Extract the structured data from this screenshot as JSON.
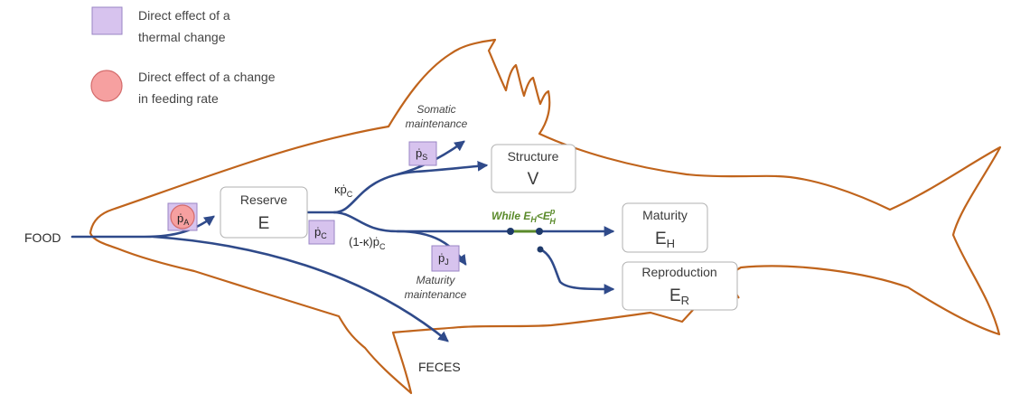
{
  "colors": {
    "fish_outline": "#c0641c",
    "arrow": "#2f4a8a",
    "thermal_fill": "#d7c3ee",
    "thermal_stroke": "#9a85c4",
    "feeding_fill": "#f6a0a0",
    "feeding_stroke": "#d46b6b",
    "threshold_green": "#5a8a2a",
    "box_stroke": "#b0b0b0"
  },
  "legend": {
    "thermal_line1": "Direct effect of a",
    "thermal_line2": "thermal change",
    "feeding_line1": "Direct effect of a change",
    "feeding_line2": "in feeding rate"
  },
  "inputs": {
    "food": "FOOD",
    "feces": "FECES"
  },
  "boxes": {
    "reserve": {
      "label": "Reserve",
      "symbol": "E"
    },
    "structure": {
      "label": "Structure",
      "symbol": "V"
    },
    "maturity": {
      "label": "Maturity",
      "symbol": "E",
      "subscript": "H"
    },
    "reproduction": {
      "label": "Reproduction",
      "symbol": "E",
      "subscript": "R"
    }
  },
  "flows": {
    "pA": {
      "base": "ṗ",
      "sub": "A"
    },
    "pC": {
      "base": "ṗ",
      "sub": "C"
    },
    "pS": {
      "base": "ṗ",
      "sub": "S"
    },
    "pJ": {
      "base": "ṗ",
      "sub": "J"
    },
    "kappa_pC": {
      "prefix": "κṗ",
      "sub": "C"
    },
    "one_minus_kappa_pC": {
      "prefix": "(1-κ)ṗ",
      "sub": "C"
    }
  },
  "annotations": {
    "somatic_line1": "Somatic",
    "somatic_line2": "maintenance",
    "maturity_m_line1": "Maturity",
    "maturity_m_line2": "maintenance",
    "while_prefix": "While E",
    "while_sub": "H",
    "while_lt": "<E",
    "while_sup": "p",
    "while_sub2": "H"
  }
}
